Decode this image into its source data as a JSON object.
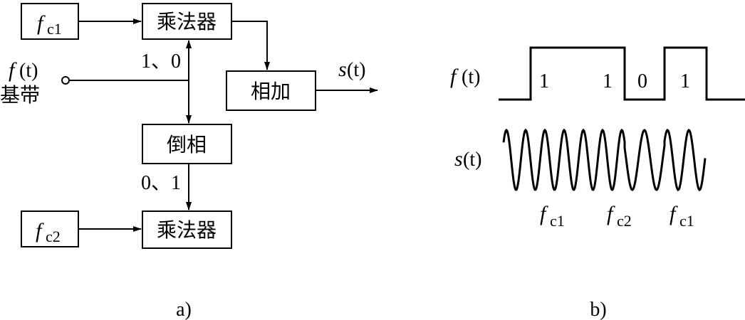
{
  "diagram_a": {
    "caption": "a)",
    "fc1_box": {
      "f": "f",
      "sub": "c1"
    },
    "fc2_box": {
      "f": "f",
      "sub": "c2"
    },
    "multiplier_top": "乘法器",
    "multiplier_bottom": "乘法器",
    "adder": "相加",
    "inverter": "倒相",
    "input_label_f": "f",
    "input_label_t": "(t)",
    "input_label_cn": "基带",
    "bits_top": "1、0",
    "bits_bottom": "0、1",
    "output_label_s": "s",
    "output_label_t": "(t)"
  },
  "diagram_b": {
    "caption": "b)",
    "f_label": {
      "f": "f",
      "t": "(t)"
    },
    "s_label": {
      "s": "s",
      "t": "(t)"
    },
    "bits": [
      "1",
      "1",
      "0",
      "1"
    ],
    "carrier_labels": [
      {
        "f": "f",
        "sub": "c1"
      },
      {
        "f": "f",
        "sub": "c2"
      },
      {
        "f": "f",
        "sub": "c1"
      }
    ]
  }
}
